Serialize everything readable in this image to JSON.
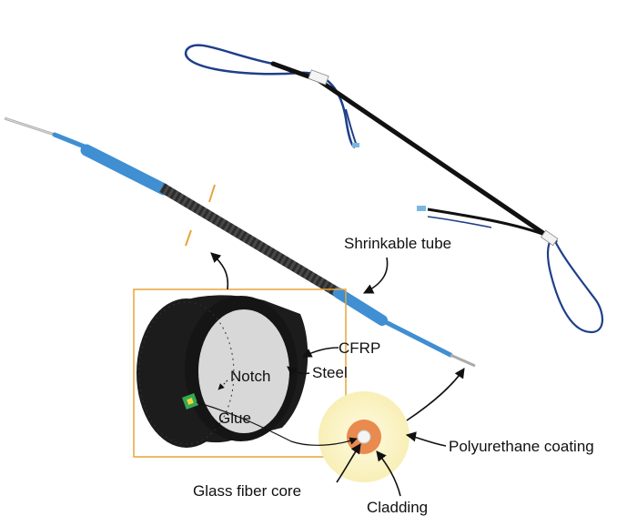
{
  "labels": {
    "shrinkable_tube": "Shrinkable tube",
    "cfrp": "CFRP",
    "steel": "Steel",
    "notch": "Notch",
    "glue": "Glue",
    "polyurethane_coating": "Polyurethane coating",
    "glass_fiber_core": "Glass fiber core",
    "cladding": "Cladding"
  },
  "colors": {
    "tube_blue": "#3f8fd2",
    "rod_dark": "#4a4a4a",
    "cfrp_black": "#1c1c1c",
    "steel_gray": "#d8d8d8",
    "inset_border": "#e8a33a",
    "coating_yellow": "#fbf3c4",
    "cladding_orange": "#e98a4e",
    "fiber_blue": "#1f3f8a"
  }
}
